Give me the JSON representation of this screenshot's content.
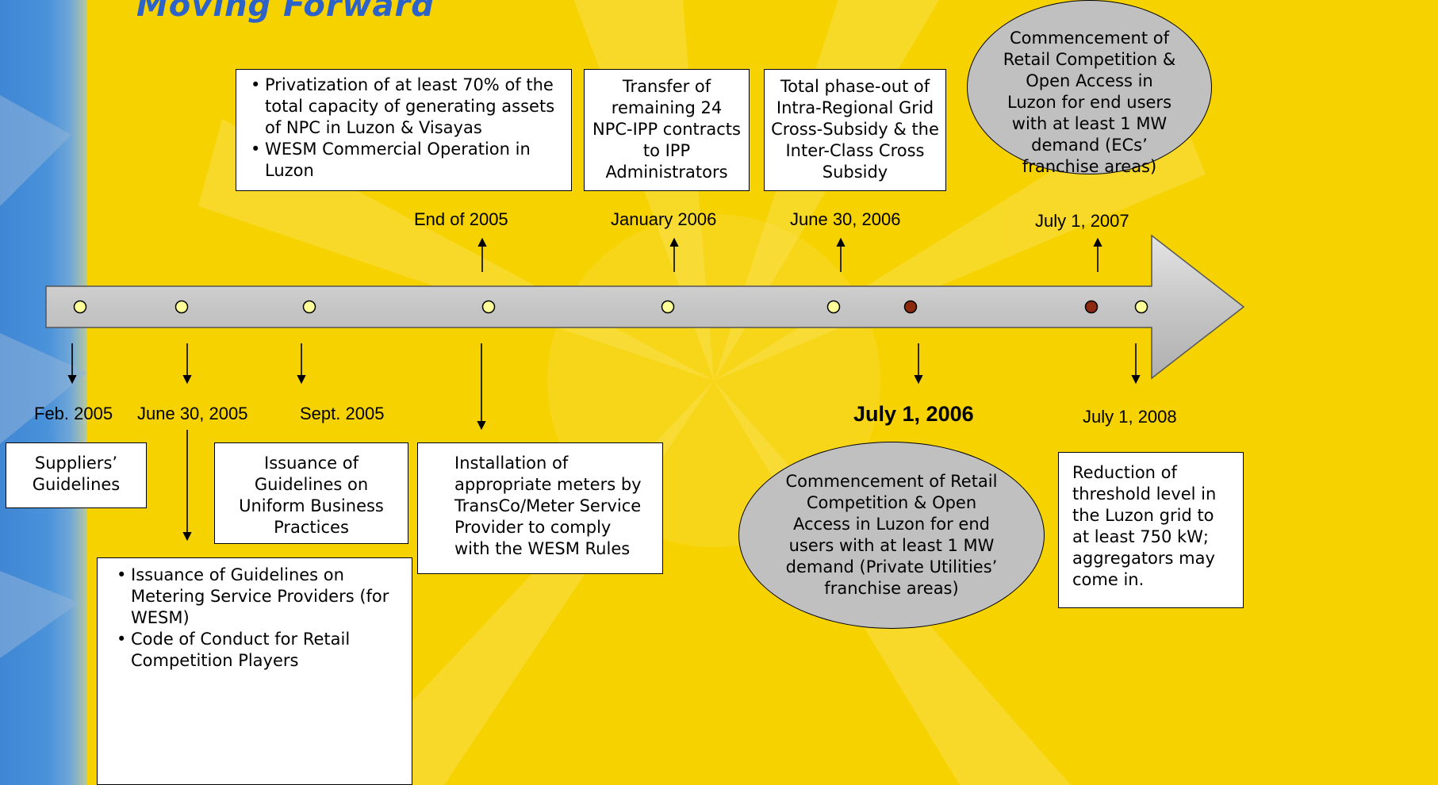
{
  "title": "Moving Forward",
  "colors": {
    "background": "#f6d200",
    "title": "#2d63c8",
    "dot_open": "#ffff99",
    "dot_filled": "#8b2a0e",
    "oval": "#c0c0c0"
  },
  "dates": {
    "feb_2005": "Feb. 2005",
    "june_30_2005": "June 30, 2005",
    "sept_2005": "Sept. 2005",
    "end_2005": "End of 2005",
    "january_2006": "January 2006",
    "june_30_2006": "June 30, 2006",
    "july_1_2006": "July 1, 2006",
    "july_1_2007": "July 1, 2007",
    "july_1_2008": "July 1, 2008"
  },
  "events": {
    "privatization": [
      "Privatization of at least 70% of the total capacity of generating assets of NPC in Luzon & Visayas",
      "WESM Commercial Operation in Luzon"
    ],
    "transfer": "Transfer of remaining 24 NPC-IPP contracts to IPP Administrators",
    "phase_out": "Total phase-out of Intra-Regional Grid Cross-Subsidy & the Inter-Class Cross Subsidy",
    "commencement_ecs": "Commencement of Retail Competition & Open Access in Luzon for end users with at least 1 MW demand (ECs’ franchise areas)",
    "suppliers": "Suppliers’ Guidelines",
    "business_practices": "Issuance of Guidelines on Uniform Business Practices",
    "meters": "Installation of appropriate meters by TransCo/Meter Service Provider to comply with the WESM Rules",
    "metering_guidelines": [
      "Issuance of Guidelines on Metering Service Providers (for WESM)",
      "Code of Conduct for Retail Competition Players"
    ],
    "commencement_pu": "Commencement of Retail Competition & Open Access in Luzon for end users with at least 1 MW demand (Private Utilities’ franchise areas)",
    "threshold": "Reduction of threshold level in the Luzon grid to at least 750 kW; aggregators may come in."
  }
}
